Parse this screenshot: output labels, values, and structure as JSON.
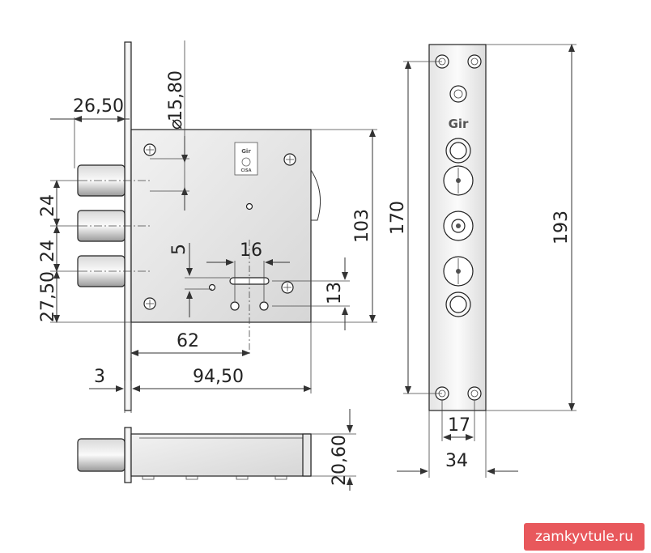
{
  "drawing": {
    "brand_logo": "Gir",
    "plate_marks": [
      "Gir",
      "CISA"
    ],
    "dimensions": {
      "backset_offset": "26,50",
      "cylinder_diameter": "15,80",
      "bolt_spacing_1": "24",
      "bolt_spacing_2": "24",
      "bolt_to_bottom": "27,50",
      "slot_height": "5",
      "slot_width": "16",
      "keyhole_height": "13",
      "body_height": "103",
      "strike_height": "170",
      "faceplate_height": "193",
      "backset": "62",
      "faceplate_thickness": "3",
      "body_depth": "94,50",
      "faceplate_inner_width": "17",
      "faceplate_width": "34",
      "body_thickness": "20,60"
    }
  },
  "watermark": {
    "text": "zamkyvtule.ru",
    "color": "#e8585c"
  }
}
